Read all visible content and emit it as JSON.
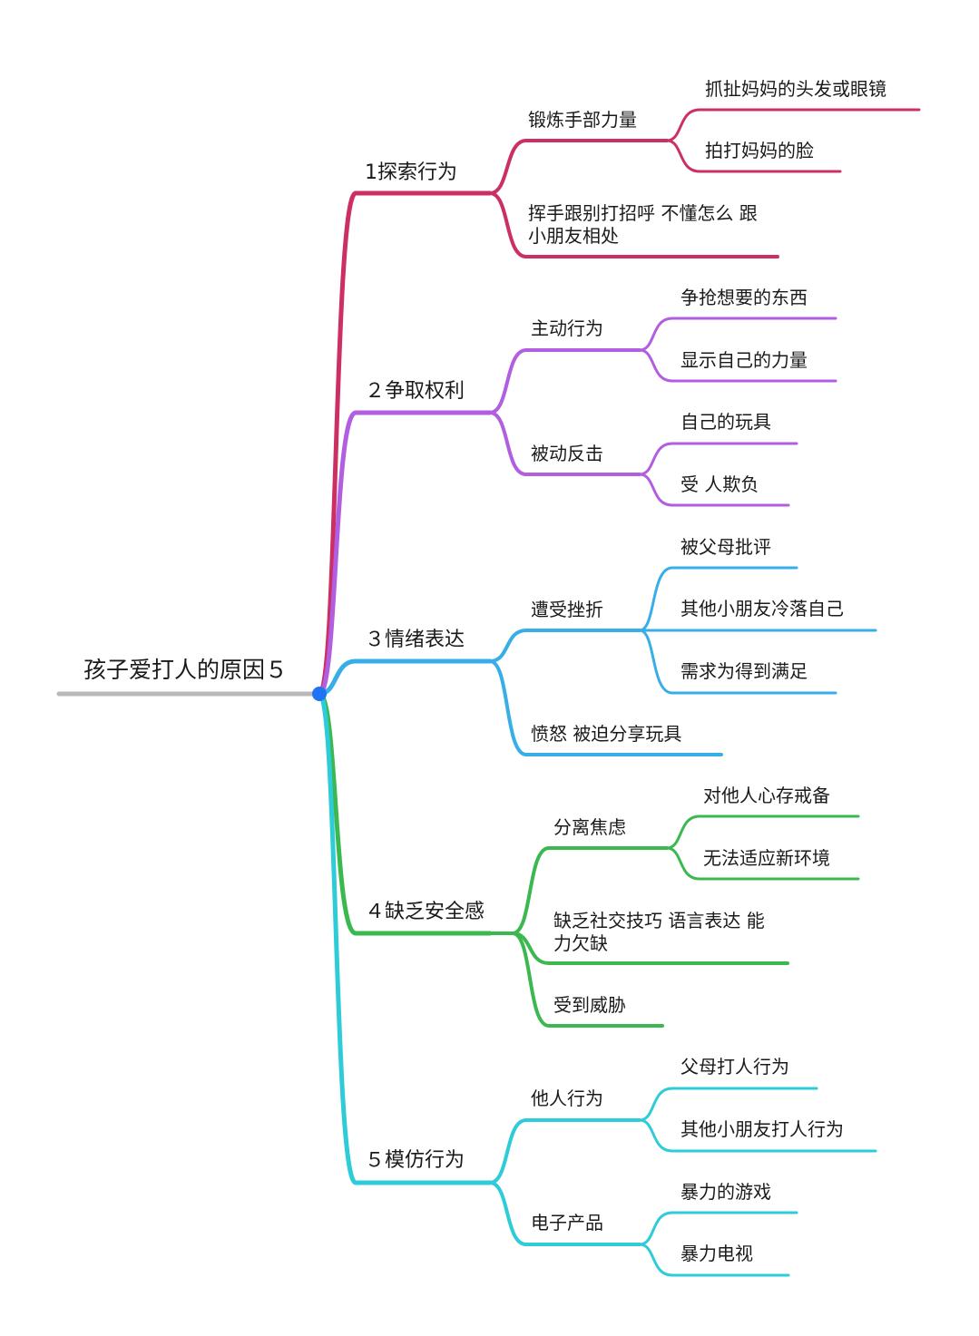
{
  "root": {
    "label": "孩子爱打人的原因５",
    "line_color": "#b9b9b9",
    "dot_color": "#1f73f5"
  },
  "branches": [
    {
      "label": "1探索行为",
      "color": "#cc2f64",
      "children": [
        {
          "label": "锻炼手部力量",
          "children": [
            {
              "label": "抓扯妈妈的头发或眼镜"
            },
            {
              "label": "拍打妈妈的脸"
            }
          ]
        },
        {
          "label": "挥手跟别打招呼   不懂怎么 跟小朋友相处",
          "children": []
        }
      ]
    },
    {
      "label": "２争取权利",
      "color": "#b15ee0",
      "children": [
        {
          "label": "主动行为",
          "children": [
            {
              "label": "争抢想要的东西"
            },
            {
              "label": "显示自己的力量"
            }
          ]
        },
        {
          "label": "被动反击",
          "children": [
            {
              "label": "自己的玩具"
            },
            {
              "label": "受 人欺负"
            }
          ]
        }
      ]
    },
    {
      "label": "３情绪表达",
      "color": "#37aee8",
      "children": [
        {
          "label": "遭受挫折",
          "children": [
            {
              "label": "被父母批评"
            },
            {
              "label": "其他小朋友冷落自己"
            },
            {
              "label": "需求为得到满足"
            }
          ]
        },
        {
          "label": "愤怒   被迫分享玩具",
          "children": []
        }
      ]
    },
    {
      "label": "４缺乏安全感",
      "color": "#3cb851",
      "children": [
        {
          "label": "分离焦虑",
          "children": [
            {
              "label": "对他人心存戒备"
            },
            {
              "label": "无法适应新环境"
            }
          ]
        },
        {
          "label": "缺乏社交技巧    语言表达 能力欠缺",
          "children": []
        },
        {
          "label": "受到威胁",
          "children": []
        }
      ]
    },
    {
      "label": "５模仿行为",
      "color": "#2ecbd8",
      "children": [
        {
          "label": "他人行为",
          "children": [
            {
              "label": "父母打人行为"
            },
            {
              "label": "其他小朋友打人行为"
            }
          ]
        },
        {
          "label": "电子产品",
          "children": [
            {
              "label": "暴力的游戏"
            },
            {
              "label": "暴力电视"
            }
          ]
        }
      ]
    }
  ]
}
